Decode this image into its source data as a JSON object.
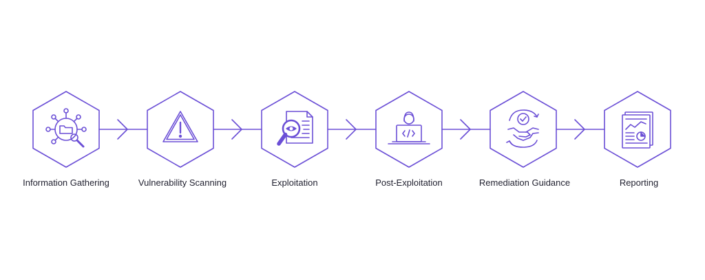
{
  "accent_color": "#6b4fd6",
  "steps": [
    {
      "label": "Information Gathering",
      "icon": "folder-network-search-icon"
    },
    {
      "label": "Vulnerability Scanning",
      "icon": "warning-triangle-icon"
    },
    {
      "label": "Exploitation",
      "icon": "document-magnifier-eye-icon"
    },
    {
      "label": "Post-Exploitation",
      "icon": "hacker-laptop-code-icon"
    },
    {
      "label": "Remediation Guidance",
      "icon": "handshake-check-icon"
    },
    {
      "label": "Reporting",
      "icon": "report-charts-icon"
    }
  ]
}
